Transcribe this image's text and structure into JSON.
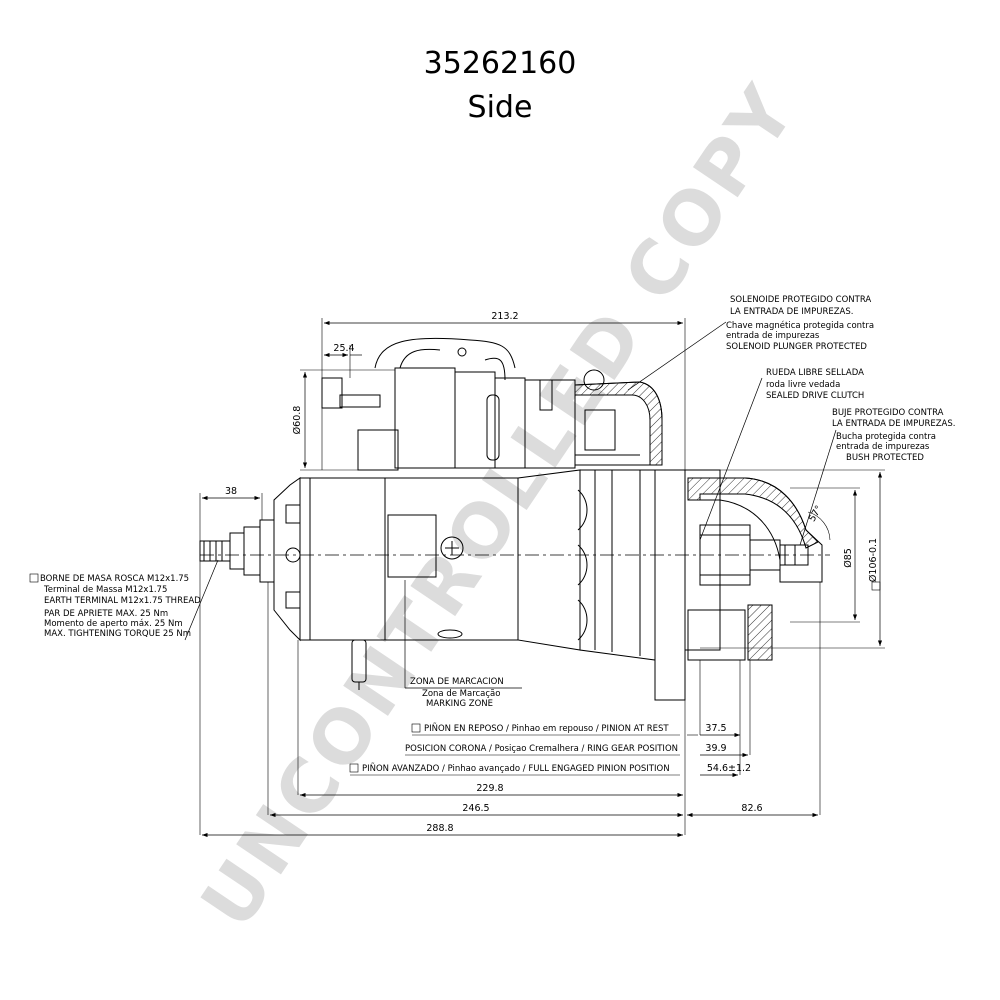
{
  "title": {
    "part_number": "35262160",
    "view": "Side"
  },
  "watermark": "UNCONTROLLED COPY",
  "dimensions": {
    "overall_top": "213.2",
    "solenoid_offset": "25.4",
    "solenoid_diameter": "Ø60.8",
    "terminal_length": "38",
    "pinion_rest": "37.5",
    "ring_gear": "39.9",
    "pinion_engaged": "54.6±1.2",
    "length_229": "229.8",
    "length_246": "246.5",
    "length_288": "288.8",
    "flange_length": "82.6",
    "pilot_diameter": "Ø85",
    "flange_diameter": "Ø106-0.1",
    "flange_angle": "57°"
  },
  "labels": {
    "solenoid": [
      "SOLENOIDE PROTEGIDO CONTRA",
      "LA ENTRADA DE IMPUREZAS.",
      "Chave magnética protegida contra",
      "entrada de impurezas",
      "SOLENOID PLUNGER PROTECTED"
    ],
    "clutch": [
      "RUEDA LIBRE SELLADA",
      "roda livre vedada",
      "SEALED DRIVE CLUTCH"
    ],
    "bush": [
      "BUJE PROTEGIDO CONTRA",
      "LA ENTRADA DE IMPUREZAS.",
      "Bucha protegida contra",
      "entrada de impurezas",
      "BUSH PROTECTED"
    ],
    "terminal": [
      "BORNE DE MASA ROSCA M12x1.75",
      "Terminal de Massa M12x1.75",
      "EARTH TERMINAL M12x1.75 THREAD",
      "PAR DE APRIETE MAX. 25 Nm",
      "Momento de aperto máx. 25 Nm",
      "MAX. TIGHTENING TORQUE 25 Nm"
    ],
    "marking": [
      "ZONA DE MARCACION",
      "Zona de Marcação",
      "MARKING ZONE"
    ],
    "pinion_rest": "PIÑON EN REPOSO / Pinhao em repouso / PINION AT REST",
    "ring_gear": "POSICION CORONA / Posiçao Cremalhera / RING GEAR POSITION",
    "pinion_engaged": "PIÑON AVANZADO / Pinhao avançado / FULL ENGAGED PINION POSITION"
  }
}
